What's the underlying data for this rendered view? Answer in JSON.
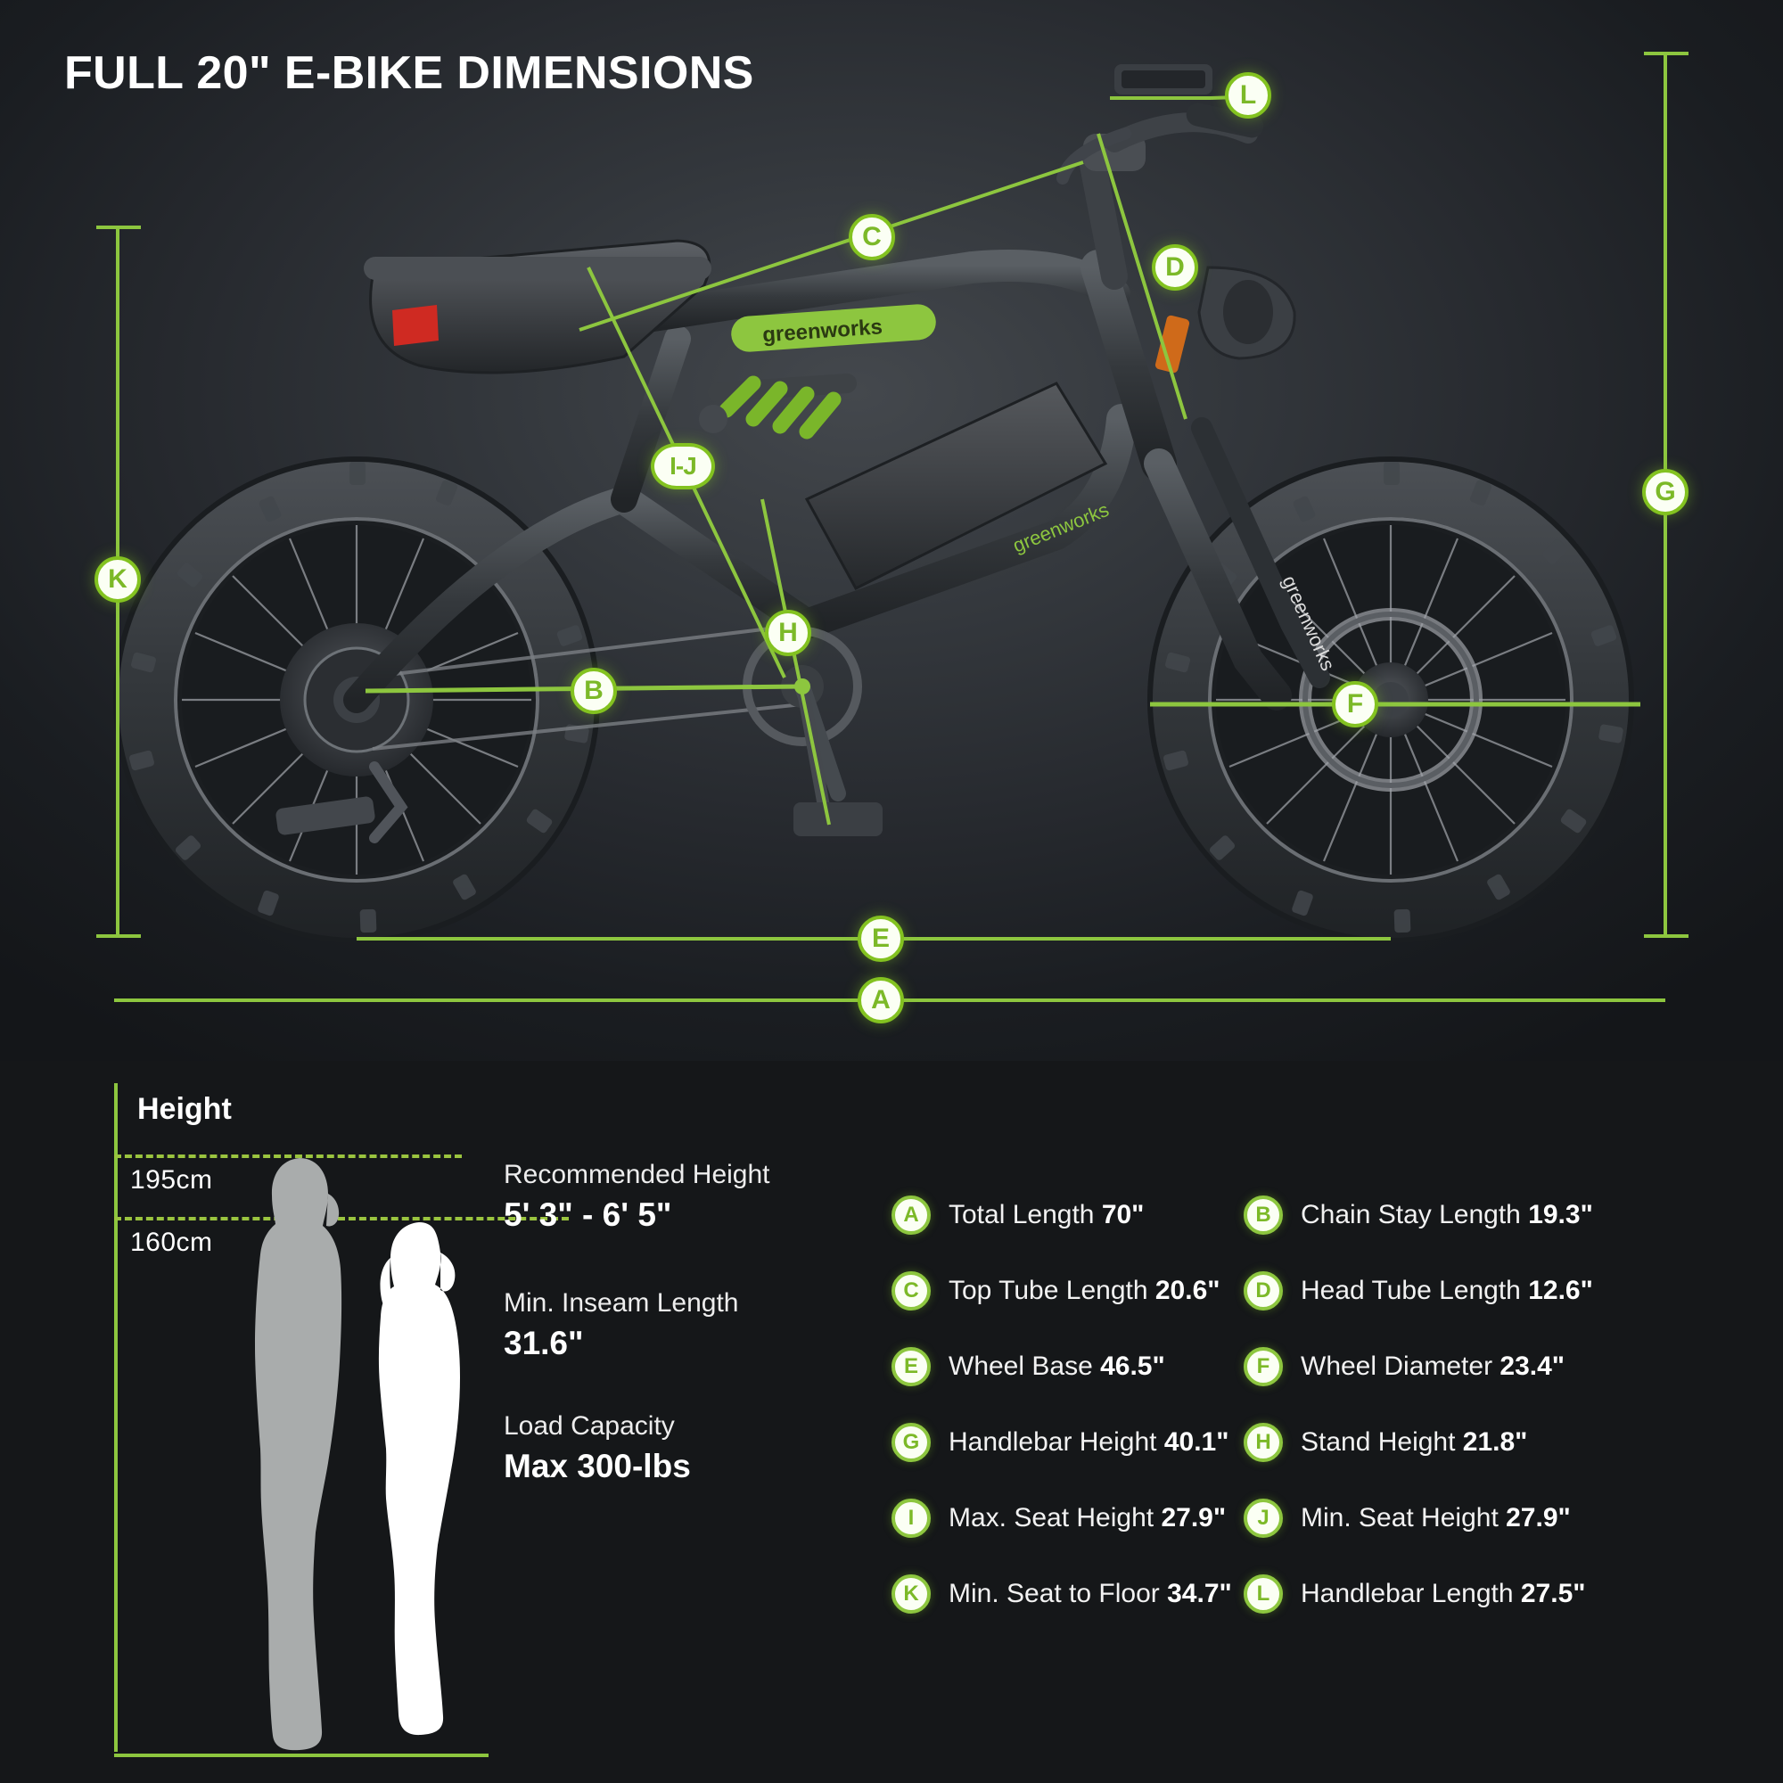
{
  "page": {
    "title": "FULL 20\" E-BIKE DIMENSIONS",
    "accent_green": "#8dc63f",
    "badge_fill": "#fbfff4",
    "background_dark": "#17191c",
    "background_lower": "#151719"
  },
  "diagram": {
    "brand_text": "greenworks",
    "callouts": [
      {
        "key": "L",
        "label": "L"
      },
      {
        "key": "C",
        "label": "C"
      },
      {
        "key": "D",
        "label": "D"
      },
      {
        "key": "G",
        "label": "G"
      },
      {
        "key": "K",
        "label": "K"
      },
      {
        "key": "I-J",
        "label": "I-J"
      },
      {
        "key": "H",
        "label": "H"
      },
      {
        "key": "B",
        "label": "B"
      },
      {
        "key": "F",
        "label": "F"
      },
      {
        "key": "E",
        "label": "E"
      },
      {
        "key": "A",
        "label": "A"
      }
    ]
  },
  "height_chart": {
    "title": "Height",
    "ticks": [
      {
        "label": "195cm",
        "value_cm": 195
      },
      {
        "label": "160cm",
        "value_cm": 160
      }
    ],
    "silhouettes": [
      {
        "name": "male-silhouette",
        "height_cm": 195,
        "color": "#a9acac"
      },
      {
        "name": "female-silhouette",
        "height_cm": 160,
        "color": "#ffffff"
      }
    ]
  },
  "rider_info": [
    {
      "label": "Recommended Height",
      "value": "5' 3\" - 6' 5\""
    },
    {
      "label": "Min. Inseam Length",
      "value": "31.6\""
    },
    {
      "label": "Load Capacity",
      "value": "Max 300-lbs"
    }
  ],
  "specs": {
    "left_column": [
      {
        "key": "A",
        "label": "Total Length",
        "value": "70\""
      },
      {
        "key": "C",
        "label": "Top Tube Length",
        "value": "20.6\""
      },
      {
        "key": "E",
        "label": "Wheel Base",
        "value": "46.5\""
      },
      {
        "key": "G",
        "label": "Handlebar Height",
        "value": "40.1\""
      },
      {
        "key": "I",
        "label": "Max. Seat Height",
        "value": "27.9\""
      },
      {
        "key": "K",
        "label": "Min. Seat to Floor",
        "value": "34.7\""
      }
    ],
    "right_column": [
      {
        "key": "B",
        "label": "Chain Stay Length",
        "value": "19.3\""
      },
      {
        "key": "D",
        "label": "Head Tube Length",
        "value": "12.6\""
      },
      {
        "key": "F",
        "label": "Wheel Diameter",
        "value": "23.4\""
      },
      {
        "key": "H",
        "label": "Stand Height",
        "value": "21.8\""
      },
      {
        "key": "J",
        "label": "Min. Seat Height",
        "value": "27.9\""
      },
      {
        "key": "L",
        "label": "Handlebar Length",
        "value": "27.5\""
      }
    ]
  }
}
